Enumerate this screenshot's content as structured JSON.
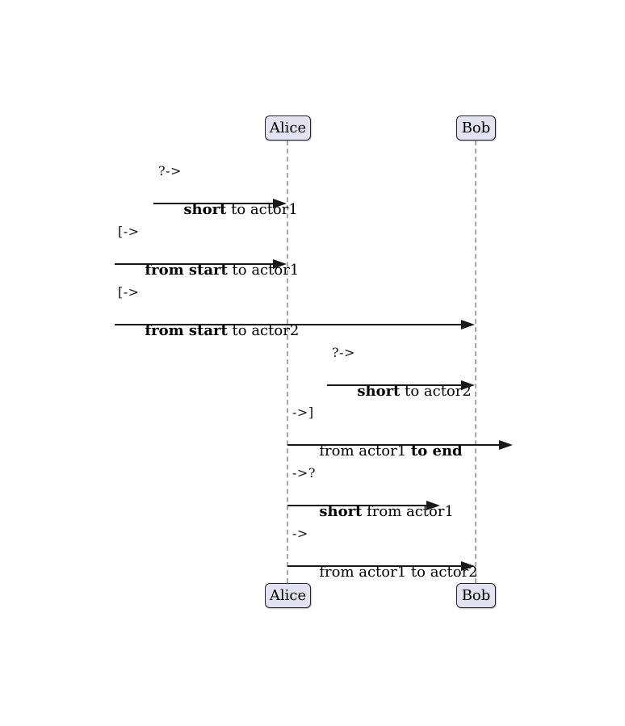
{
  "diagram": {
    "type": "sequence-diagram",
    "actors": {
      "actor1": {
        "label": "Alice"
      },
      "actor2": {
        "label": "Bob"
      }
    },
    "messages": [
      {
        "op": "?->",
        "pre": "",
        "bold": "short",
        "post": " to actor1"
      },
      {
        "op": "[->",
        "pre": "",
        "bold": "from start",
        "post": " to actor1"
      },
      {
        "op": "[->",
        "pre": "",
        "bold": "from start",
        "post": " to actor2"
      },
      {
        "op": "?->",
        "pre": "",
        "bold": "short",
        "post": " to actor2"
      },
      {
        "op": "->]",
        "pre": "from actor1 ",
        "bold": "to end",
        "post": ""
      },
      {
        "op": "->?",
        "pre": "",
        "bold": "short",
        "post": " from actor1"
      },
      {
        "op": "->",
        "pre": "from actor1 to actor2",
        "bold": "",
        "post": ""
      }
    ],
    "colors": {
      "actor_fill": "#E2E2F0",
      "actor_border": "#24252A",
      "arrow": "#181818",
      "lifeline": "#A8A8A8",
      "text": "#000000",
      "background": "#FFFFFF"
    }
  }
}
